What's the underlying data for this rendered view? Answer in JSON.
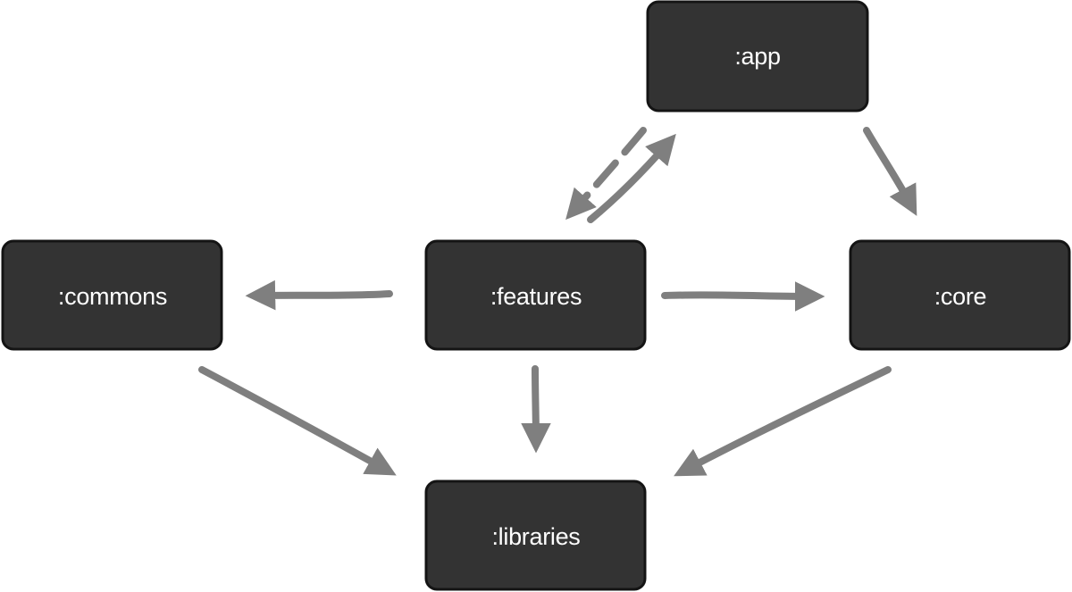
{
  "diagram": {
    "node_color": "#333333",
    "node_border_color": "#141414",
    "label_color": "#ffffff",
    "edge_color": "#7f7f7f",
    "nodes": {
      "app": {
        "label": ":app"
      },
      "commons": {
        "label": ":commons"
      },
      "features": {
        "label": ":features"
      },
      "core": {
        "label": ":core"
      },
      "libraries": {
        "label": ":libraries"
      }
    },
    "edges": [
      {
        "from": ":features",
        "to": ":app",
        "style": "solid"
      },
      {
        "from": ":app",
        "to": ":features",
        "style": "dashed"
      },
      {
        "from": ":app",
        "to": ":core",
        "style": "solid"
      },
      {
        "from": ":features",
        "to": ":commons",
        "style": "solid"
      },
      {
        "from": ":features",
        "to": ":core",
        "style": "solid"
      },
      {
        "from": ":features",
        "to": ":libraries",
        "style": "solid"
      },
      {
        "from": ":commons",
        "to": ":libraries",
        "style": "solid"
      },
      {
        "from": ":core",
        "to": ":libraries",
        "style": "solid"
      }
    ]
  }
}
